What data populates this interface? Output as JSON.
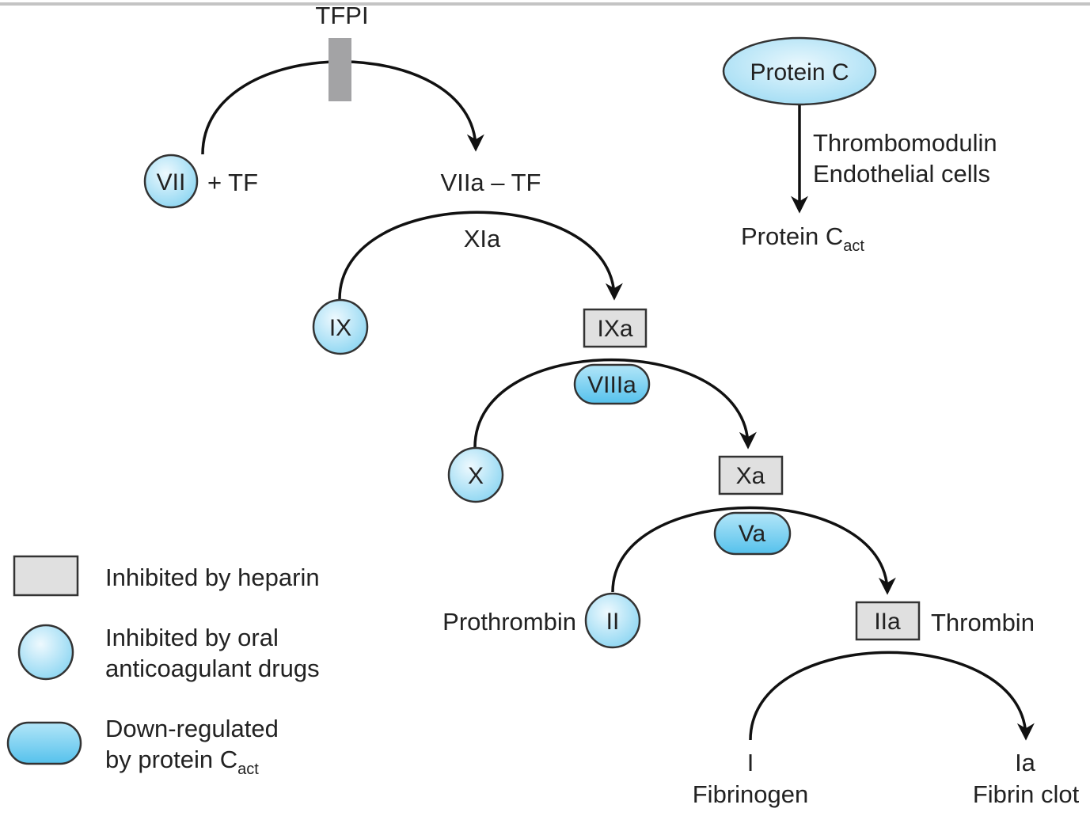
{
  "title": "TFPI",
  "nodes": {
    "vii": "VII",
    "viia_tf": "VIIa – TF",
    "xia": "XIa",
    "ix": "IX",
    "ixa": "IXa",
    "viiia": "VIIIa",
    "x": "X",
    "xa": "Xa",
    "va": "Va",
    "ii": "II",
    "iia": "IIa",
    "i": "I",
    "ia": "Ia",
    "protein_c": "Protein C"
  },
  "labels": {
    "plus_tf": "+ TF",
    "prothrombin": "Prothrombin",
    "thrombin": "Thrombin",
    "fibrinogen": "Fibrinogen",
    "fibrin_clot": "Fibrin clot",
    "thrombomodulin": "Thrombomodulin",
    "endothelial_cells": "Endothelial cells",
    "protein_c_act_base": "Protein C",
    "protein_c_act_sub": "act"
  },
  "legend": {
    "heparin": "Inhibited by heparin",
    "oral_line1": "Inhibited by oral",
    "oral_line2": "anticoagulant drugs",
    "downreg_line1": "Down-regulated",
    "downreg_line2_base": "by protein C",
    "downreg_line2_sub": "act"
  },
  "colors": {
    "circle_fill_light": "#e6f6fd",
    "circle_fill_dark": "#7fd0f0",
    "pill_fill": "#6ccaf0",
    "box_fill": "#e0e0e0",
    "inhibitor_bar": "#a3a3a5",
    "line": "#111111"
  }
}
